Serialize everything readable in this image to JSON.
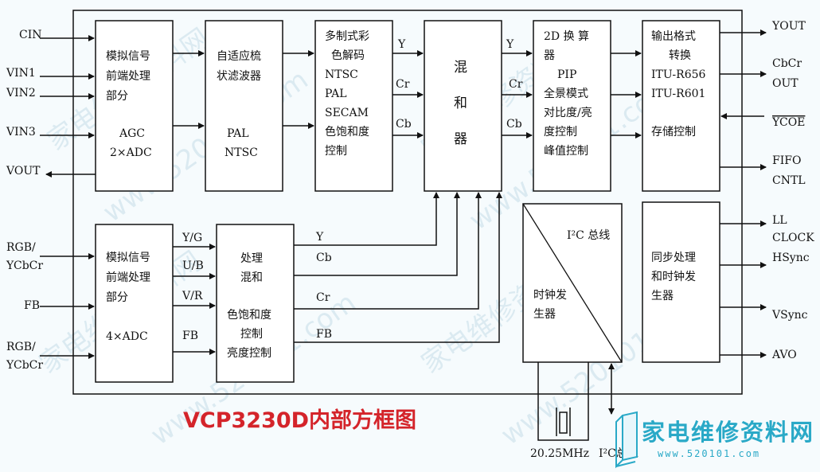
{
  "title": "VCP3230D内部方框图",
  "colors": {
    "title": "#d4242a",
    "accent": "#2aa9c7",
    "line": "#111111",
    "background": "#f6fbfd"
  },
  "watermark": {
    "site": "家电维修资料网",
    "url": "www.520101.com",
    "logo_icon": "book-logo-icon",
    "logo_text": "家电维修资料网",
    "logo_url": "www.520101.com"
  },
  "left_inputs": {
    "cin": "CIN",
    "vin1": "VIN1",
    "vin2": "VIN2",
    "vin3": "VIN3",
    "vout": "VOUT",
    "rgb1_a": "RGB/",
    "rgb1_b": "YCbCr",
    "fb": "FB",
    "rgb2_a": "RGB/",
    "rgb2_b": "YCbCr"
  },
  "blocks": {
    "analog_top": {
      "l1": "模拟信号",
      "l2": "前端处理",
      "l3": "部分",
      "l4": "AGC",
      "l5": "2×ADC"
    },
    "comb_filter": {
      "l1": "自适应梳",
      "l2": "状滤波器",
      "l3": "PAL",
      "l4": "NTSC"
    },
    "decoder": {
      "l1": "多制式彩",
      "l2": "色解码",
      "l3": "NTSC",
      "l4": "PAL",
      "l5": "SECAM",
      "l6": "色饱和度",
      "l7": "控制"
    },
    "mixer": {
      "l1": "混",
      "l2": "和",
      "l3": "器"
    },
    "scaler": {
      "l1": "2D 换 算",
      "l2": "器",
      "l3": "PIP",
      "l4": "全景模式",
      "l5": "对比度/亮",
      "l6": "度控制",
      "l7": "峰值控制"
    },
    "output_format": {
      "l1": "输出格式",
      "l2": "转换",
      "l3": "ITU-R656",
      "l4": "ITU-R601",
      "l5": "存储控制"
    },
    "analog_bottom": {
      "l1": "模拟信号",
      "l2": "前端处理",
      "l3": "部分",
      "l4": "4×ADC"
    },
    "process_mix": {
      "l1": "处理",
      "l2": "混和",
      "l3": "色饱和度",
      "l4": "控制",
      "l5": "亮度控制"
    },
    "clock_gen": {
      "l1": "I²C 总线",
      "l2": "时钟发",
      "l3": "生器"
    },
    "sync": {
      "l1": "同步处理",
      "l2": "和时钟发",
      "l3": "生器"
    }
  },
  "signals": {
    "dec_y": "Y",
    "dec_cr": "Cr",
    "dec_cb": "Cb",
    "mix_y": "Y",
    "mix_cr": "Cr",
    "mix_cb": "Cb",
    "yg": "Y/G",
    "ub": "U/B",
    "vr": "V/R",
    "fb_in": "FB",
    "p_y": "Y",
    "p_cb": "Cb",
    "p_cr": "Cr",
    "p_fb": "FB"
  },
  "right_outputs": {
    "yout": "YOUT",
    "cbcr": "CbCr",
    "out": "OUT",
    "ycoe": "YCOE",
    "fifo": "FIFO",
    "cntl": "CNTL",
    "ll": "LL",
    "clock": "CLOCK",
    "hsync": "HSync",
    "vsync": "VSync",
    "avo": "AVO"
  },
  "bottom": {
    "crystal": "20.25MHz",
    "i2c": "I²C总线"
  }
}
